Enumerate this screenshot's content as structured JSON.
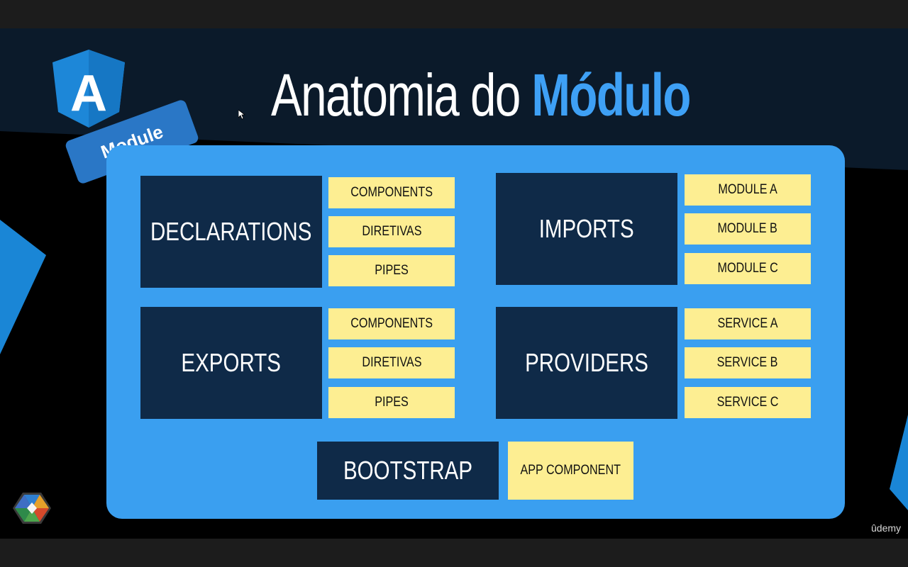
{
  "colors": {
    "accent": "#3ea0f5",
    "panel": "#3a9ff0",
    "dark_box": "#0f2a48",
    "chip": "#fdee92"
  },
  "header": {
    "title_main": "Anatomia do ",
    "title_accent": "Módulo",
    "logo_letter": "A",
    "module_tag": "Module"
  },
  "sections": {
    "declarations": {
      "label": "DECLARATIONS",
      "items": [
        "COMPONENTS",
        "DIRETIVAS",
        "PIPES"
      ]
    },
    "imports": {
      "label": "IMPORTS",
      "items": [
        "MODULE A",
        "MODULE B",
        "MODULE C"
      ]
    },
    "exports": {
      "label": "EXPORTS",
      "items": [
        "COMPONENTS",
        "DIRETIVAS",
        "PIPES"
      ]
    },
    "providers": {
      "label": "PROVIDERS",
      "items": [
        "SERVICE A",
        "SERVICE B",
        "SERVICE C"
      ]
    },
    "bootstrap": {
      "label": "BOOTSTRAP",
      "items": [
        "APP COMPONENT"
      ]
    }
  },
  "footer": {
    "brand": "ûdemy"
  },
  "icons": [
    "angular-logo-icon",
    "cursor-icon",
    "channel-logo-icon"
  ]
}
